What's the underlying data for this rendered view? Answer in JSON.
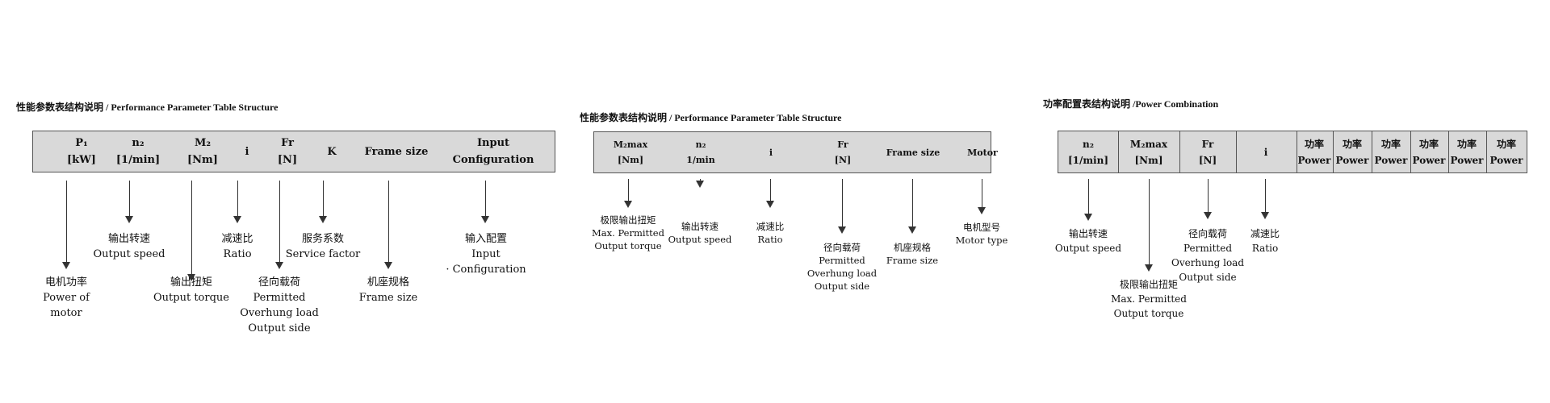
{
  "panels": [
    {
      "title": "性能参数表结构说明  / Performance Parameter Table Structure",
      "headers": [
        {
          "lines": [
            "P₁",
            "[kW]"
          ]
        },
        {
          "lines": [
            "n₂",
            "[1/min]"
          ]
        },
        {
          "lines": [
            "M₂",
            "[Nm]"
          ]
        },
        {
          "lines": [
            "i"
          ]
        },
        {
          "lines": [
            "Fr",
            "[N]"
          ]
        },
        {
          "lines": [
            "K"
          ]
        },
        {
          "lines": [
            "Frame size"
          ]
        },
        {
          "lines": [
            "Input",
            "Configuration"
          ]
        }
      ],
      "descriptions": [
        {
          "lines": [
            "电机功率",
            "Power of",
            "motor"
          ]
        },
        {
          "lines": [
            "输出转速",
            "Output speed"
          ]
        },
        {
          "lines": [
            "输出扭矩",
            "Output torque"
          ]
        },
        {
          "lines": [
            "减速比",
            "Ratio"
          ]
        },
        {
          "lines": [
            "径向载荷",
            "Permitted",
            "Overhung load",
            "Output side"
          ]
        },
        {
          "lines": [
            "服务系数",
            "Service factor"
          ]
        },
        {
          "lines": [
            "机座规格",
            "Frame size"
          ]
        },
        {
          "lines": [
            "输入配置",
            "Input",
            "· Configuration"
          ]
        }
      ]
    },
    {
      "title": "性能参数表结构说明 / Performance Parameter Table Structure",
      "headers": [
        {
          "lines": [
            "M₂max",
            "[Nm]"
          ]
        },
        {
          "lines": [
            "n₂",
            "1/min"
          ]
        },
        {
          "lines": [
            "i"
          ]
        },
        {
          "lines": [
            "Fr",
            "[N]"
          ]
        },
        {
          "lines": [
            "Frame size"
          ]
        },
        {
          "lines": [
            "Motor"
          ]
        }
      ],
      "descriptions": [
        {
          "lines": [
            "极限输出扭矩",
            "Max. Permitted",
            "Output torque"
          ]
        },
        {
          "lines": [
            "输出转速",
            "Output speed"
          ]
        },
        {
          "lines": [
            "减速比",
            "Ratio"
          ]
        },
        {
          "lines": [
            "径向载荷",
            "Permitted",
            "Overhung load",
            "Output side"
          ]
        },
        {
          "lines": [
            "机座规格",
            "Frame size"
          ]
        },
        {
          "lines": [
            "电机型号",
            "Motor type"
          ]
        }
      ]
    },
    {
      "title": "功率配置表结构说明 /Power Combination",
      "headers": [
        {
          "lines": [
            "n₂",
            "[1/min]"
          ]
        },
        {
          "lines": [
            "M₂max",
            "[Nm]"
          ]
        },
        {
          "lines": [
            "Fr",
            "[N]"
          ]
        },
        {
          "lines": [
            "i"
          ]
        },
        {
          "lines": [
            "功率",
            "Power"
          ]
        },
        {
          "lines": [
            "功率",
            "Power"
          ]
        },
        {
          "lines": [
            "功率",
            "Power"
          ]
        },
        {
          "lines": [
            "功率",
            "Power"
          ]
        },
        {
          "lines": [
            "功率",
            "Power"
          ]
        },
        {
          "lines": [
            "功率",
            "Power"
          ]
        }
      ],
      "descriptions": [
        {
          "lines": [
            "输出转速",
            "Output speed"
          ]
        },
        {
          "lines": [
            "极限输出扭矩",
            "Max. Permitted",
            "Output torque"
          ]
        },
        {
          "lines": [
            "径向载荷",
            "Permitted",
            "Overhung load",
            "Output side"
          ]
        },
        {
          "lines": [
            "减速比",
            "Ratio"
          ]
        }
      ]
    }
  ]
}
